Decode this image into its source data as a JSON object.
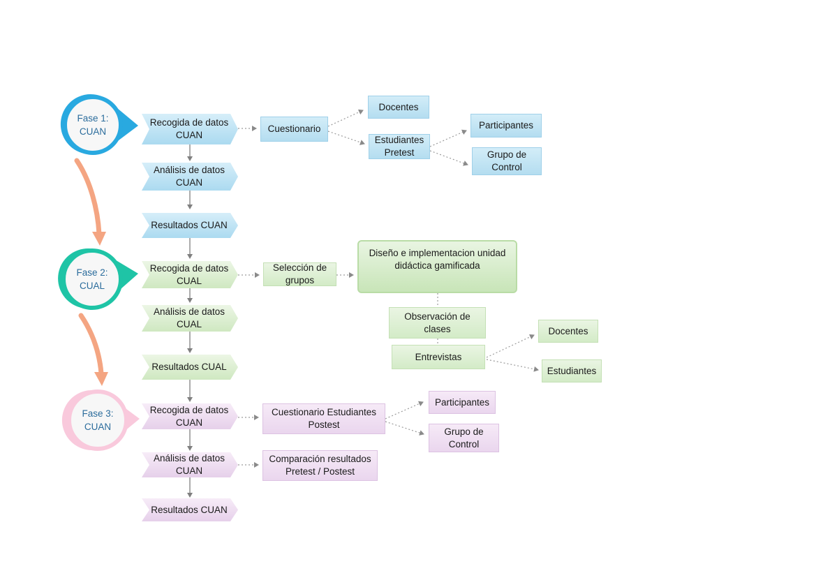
{
  "phases": [
    {
      "label": "Fase 1:",
      "sub": "CUAN",
      "color": "#29a9e0"
    },
    {
      "label": "Fase 2:",
      "sub": "CUAL",
      "color": "#1fc4a6"
    },
    {
      "label": "Fase 3:",
      "sub": "CUAN",
      "color": "#f9c9dc"
    }
  ],
  "phase1": {
    "recogida": "Recogida de datos CUAN",
    "analisis": "Análisis de datos CUAN",
    "resultados": "Resultados CUAN",
    "cuestionario": "Cuestionario",
    "docentes": "Docentes",
    "estudiantes_pretest": "Estudiantes Pretest",
    "participantes": "Participantes",
    "grupo_control": "Grupo de Control"
  },
  "phase2": {
    "recogida": "Recogida de datos CUAL",
    "analisis": "Análisis de datos CUAL",
    "resultados": "Resultados CUAL",
    "seleccion": "Selección de grupos",
    "diseno": "Diseño e implementacion unidad didáctica gamificada",
    "observacion": "Observación de clases",
    "entrevistas": "Entrevistas",
    "docentes": "Docentes",
    "estudiantes": "Estudiantes"
  },
  "phase3": {
    "recogida": "Recogida de datos CUAN",
    "analisis": "Análisis de datos CUAN",
    "resultados": "Resultados CUAN",
    "cuestionario_postest": "Cuestionario Estudiantes Postest",
    "participantes": "Participantes",
    "grupo_control": "Grupo de Control",
    "comparacion": "Comparación resultados Pretest / Postest"
  },
  "colors": {
    "phase_arrow": "#f4a582",
    "connector": "#7f7f7f",
    "dotted": "#9a9a9a"
  }
}
